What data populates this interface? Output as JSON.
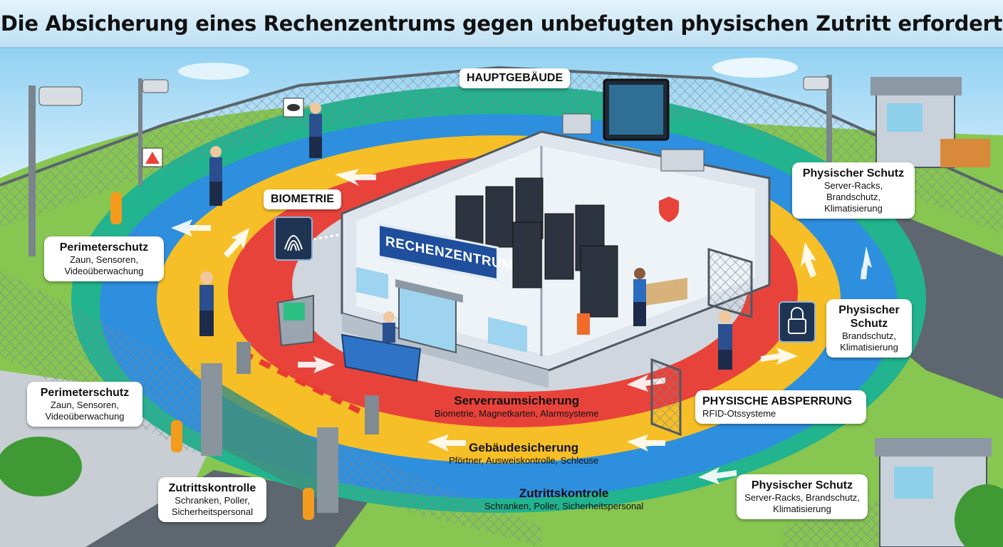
{
  "title": "Die Absicherung eines Rechenzentrums gegen unbefugten physischen Zutritt erfordert",
  "building": {
    "main_label": "HAUPTGEBÄUDE",
    "sign": "RECHENZENTRUM",
    "biometrics_label": "BIOMETRIE"
  },
  "rings": [
    {
      "title": "Serverraumsicherung",
      "subtitle": "Biometrie, Magnetkarten, Alarmsysteme",
      "color": "#e8433b"
    },
    {
      "title": "Gebäudesicherung",
      "subtitle": "Pförtner, Ausweiskontrolle, Schleuse",
      "color": "#f6bf27"
    },
    {
      "title": "Zutrittskontrole",
      "subtitle": "Schranken, Poller, Sicherheitspersonal",
      "color": "#2e8fde"
    },
    {
      "title": "",
      "subtitle": "",
      "color": "#22b38f"
    }
  ],
  "cards": {
    "perimeter_top": {
      "title": "Perimeterschutz",
      "lines": [
        "Zaun, Sensoren,",
        "Videoüberwachung"
      ]
    },
    "perimeter_left": {
      "title": "Perimeterschutz",
      "lines": [
        "Zaun, Sensoren,",
        "Videoüberwachung"
      ]
    },
    "access_control": {
      "title": "Zutrittskontrolle",
      "lines": [
        "Schranken, Poller,",
        "Sicherheitspersonal"
      ]
    },
    "physical_top": {
      "title": "Physischer Schutz",
      "lines": [
        "Server-Racks,",
        "Brandschutz,",
        "Klimatisierung"
      ]
    },
    "physical_mid": {
      "title": "Physischer Schutz",
      "lines": [
        "Brandschutz,",
        "Klimatisierung"
      ]
    },
    "barrier": {
      "title": "PHYSISCHE ABSPERRUNG",
      "lines": [
        "RFID-Otssysteme"
      ]
    },
    "physical_bottom": {
      "title": "Physischer Schutz",
      "lines": [
        "Server-Racks, Brandschutz,",
        "Klimatisierung"
      ]
    }
  },
  "icons": [
    "cctv-camera-icon",
    "fingerprint-icon",
    "padlock-icon",
    "eye-icon",
    "warning-icon",
    "shield-icon"
  ],
  "colors": {
    "grass": "#7fc24a",
    "fence": "#6f7a84",
    "building": "#dfe5ec",
    "sign_blue": "#1f4f9c"
  }
}
